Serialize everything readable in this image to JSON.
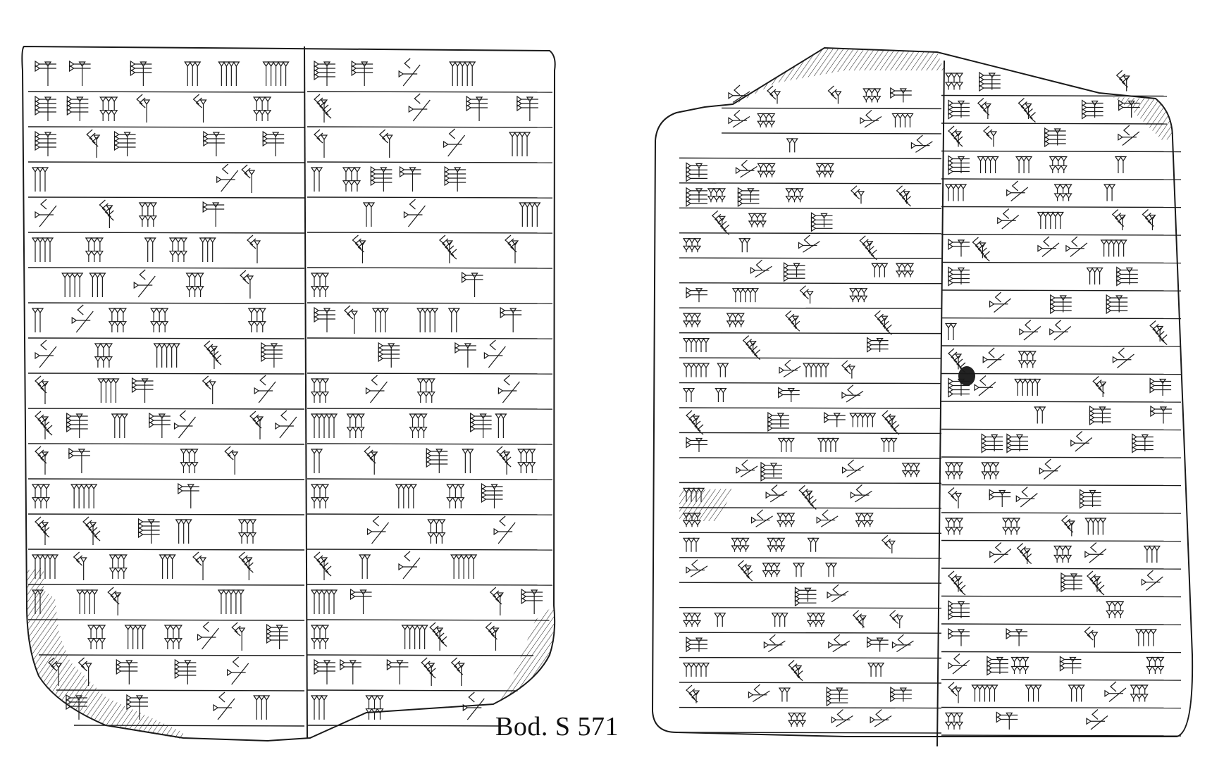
{
  "caption": "Bod. S 571",
  "colors": {
    "ink": "#1a1a1a",
    "paper": "#ffffff",
    "hatch": "#2a2a2a"
  },
  "tablets": [
    {
      "side": "left",
      "columns": 2,
      "lines_col1": 19,
      "lines_col2": 19,
      "damage": [
        "bottom-left",
        "bottom-right"
      ]
    },
    {
      "side": "right",
      "columns": 2,
      "lines_col1": 26,
      "lines_col2": 24,
      "damage": [
        "top-left",
        "top-right"
      ]
    }
  ]
}
